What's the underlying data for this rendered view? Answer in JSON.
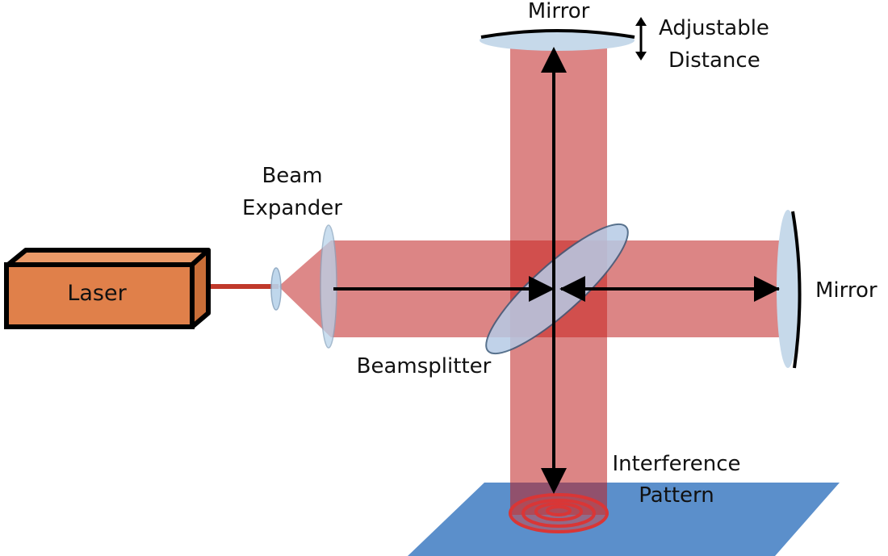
{
  "title": "Michelson Interferometer",
  "labels": {
    "laser": "Laser",
    "beam_expander_line1": "Beam",
    "beam_expander_line2": "Expander",
    "mirror_top": "Mirror",
    "adjustable_line1": "Adjustable",
    "adjustable_line2": "Distance",
    "mirror_right": "Mirror",
    "beamsplitter": "Beamsplitter",
    "interference_line1": "Interference",
    "interference_line2": "Pattern"
  },
  "colors": {
    "laser_body": "#e0804a",
    "laser_top": "#eb9a68",
    "laser_side": "#c96e38",
    "beam": "#d97b7b",
    "beam_overlap": "#cf4a48",
    "laser_line": "#c0392b",
    "optic": "#b9d3ea",
    "screen": "#5b8fcb",
    "rings": "#d93636"
  }
}
